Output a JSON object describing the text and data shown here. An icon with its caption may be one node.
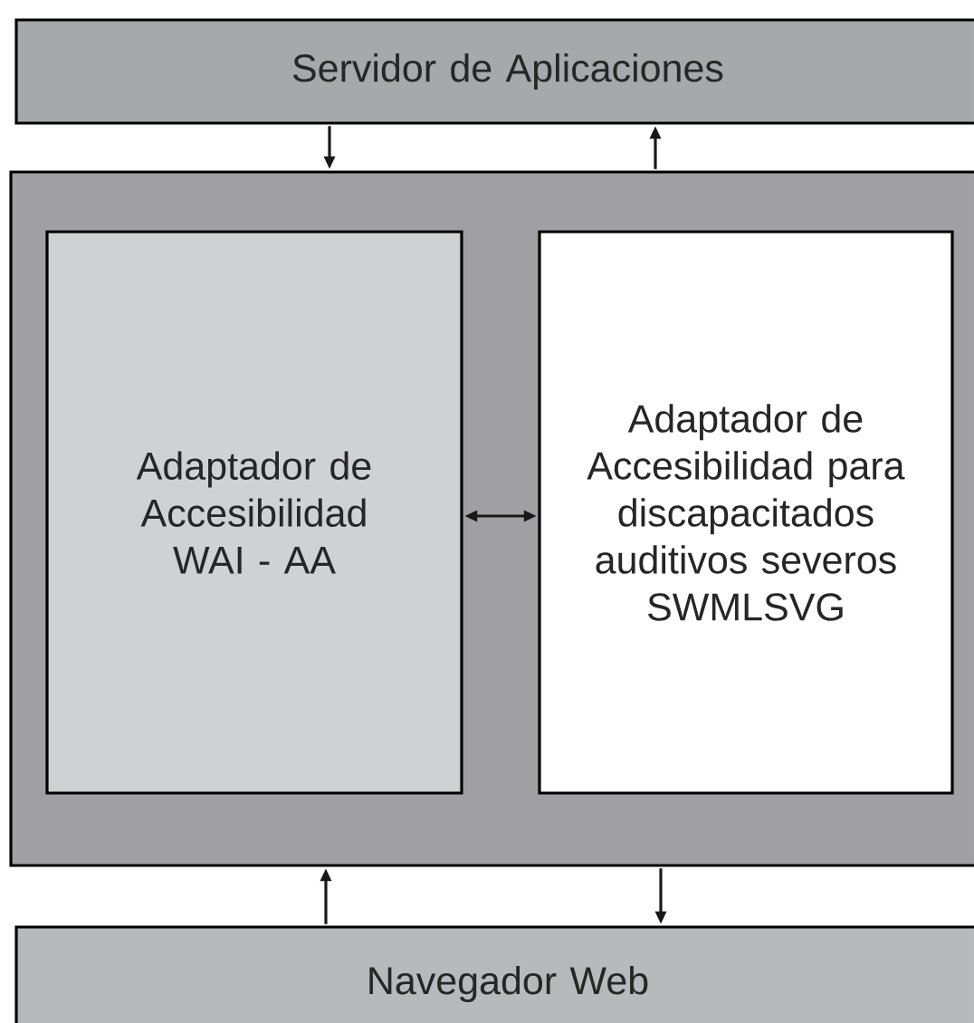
{
  "diagram": {
    "nodes": [
      {
        "text": [
          "Servidor de Aplicaciones"
        ]
      },
      {
        "text": [],
        "shape": "box"
      },
      {
        "text": [
          "Adaptador de Accesibilidad WAI - AA"
        ],
        "in": 1
      },
      {
        "text": [
          "Adaptador de Accesibilidad para discapacitados auditivos severos SWMLSVG"
        ],
        "in": 1
      },
      {
        "text": [
          "Navegador Web"
        ]
      }
    ],
    "edges": [
      {
        "from": 0,
        "to": 1,
        "arrow": "to"
      },
      {
        "from": 1,
        "to": 0,
        "arrow": "to"
      },
      {
        "from": 2,
        "to": 3,
        "arrow": "both"
      },
      {
        "from": 4,
        "to": 1,
        "arrow": "to"
      },
      {
        "from": 1,
        "to": 4,
        "arrow": "to"
      }
    ]
  }
}
